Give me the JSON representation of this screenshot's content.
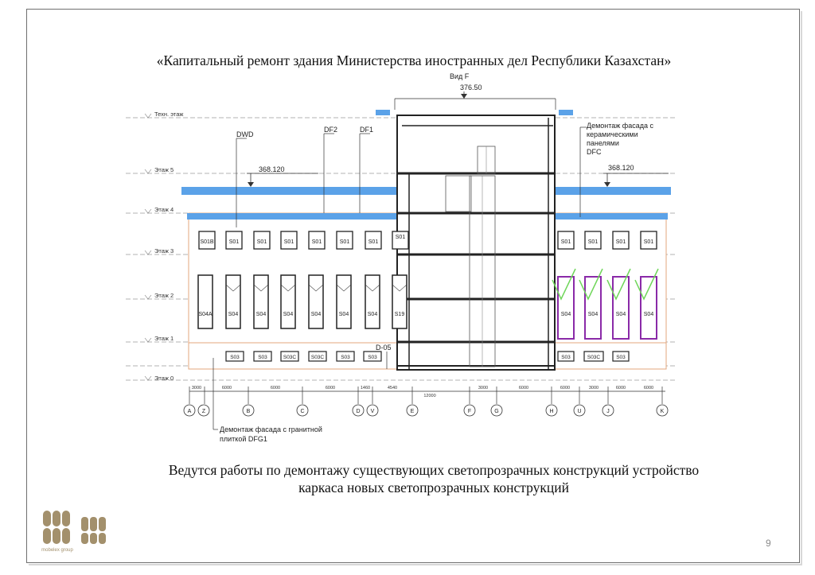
{
  "header": {
    "title": "«Капитальный ремонт здания Министерства иностранных дел Республики Казахстан»"
  },
  "drawing": {
    "view_label": "Вид  F",
    "top_elevation": "376.50",
    "left_elevation": "368.120",
    "right_elevation": "368.120",
    "callouts": {
      "dwd": "DWD",
      "df2": "DF2",
      "df1": "DF1",
      "dfc_lines": [
        "Демонтаж фасада с",
        "керамическими",
        "панелями",
        "DFC"
      ],
      "dfg_lines": [
        "Демонтаж фасада с гранитной",
        "плиткой  DFG1"
      ],
      "d05": "D-05"
    },
    "levels": [
      "Техн. этаж",
      "Этаж 5",
      "Этаж 4",
      "Этаж 3",
      "Этаж 2",
      "Этаж 1",
      "Этаж 0"
    ],
    "window_tags": {
      "row3_left": [
        "S01B",
        "S01",
        "S01",
        "S01",
        "S01",
        "S01",
        "S01",
        "S01"
      ],
      "row2_left": [
        "S04A",
        "S04",
        "S04",
        "S04",
        "S04",
        "S04",
        "S04",
        "S19"
      ],
      "row0_left": [
        "S03",
        "S03",
        "S03C",
        "S03C",
        "S03",
        "S03"
      ],
      "row3_right": [
        "S01",
        "S01",
        "S01",
        "S01"
      ],
      "row2_right": [
        "S04",
        "S04",
        "S04",
        "S04"
      ],
      "row0_right": [
        "S03",
        "S03C",
        "S03"
      ]
    },
    "dimensions": [
      "3000",
      "6000",
      "6000",
      "6000",
      "1460",
      "4540",
      "12000",
      "3000",
      "6000",
      "6000",
      "3000",
      "6000",
      "6000"
    ],
    "axes": [
      "A",
      "Z",
      "B",
      "C",
      "D",
      "V",
      "E",
      "F",
      "G",
      "H",
      "U",
      "J",
      "K"
    ]
  },
  "body": {
    "caption_lines": [
      "Ведутся работы по демонтажу существующих светопрозрачных конструкций устройство",
      "каркаса новых светопрозрачных конструкций"
    ]
  },
  "footer": {
    "page_number": "9",
    "logo_text": "mobelex group"
  },
  "colors": {
    "accent_blue": "#5ba2e8",
    "demolish_green": "#6fd65a",
    "demolish_purple": "#8a2aa8",
    "logo_brown": "#a3906c"
  }
}
